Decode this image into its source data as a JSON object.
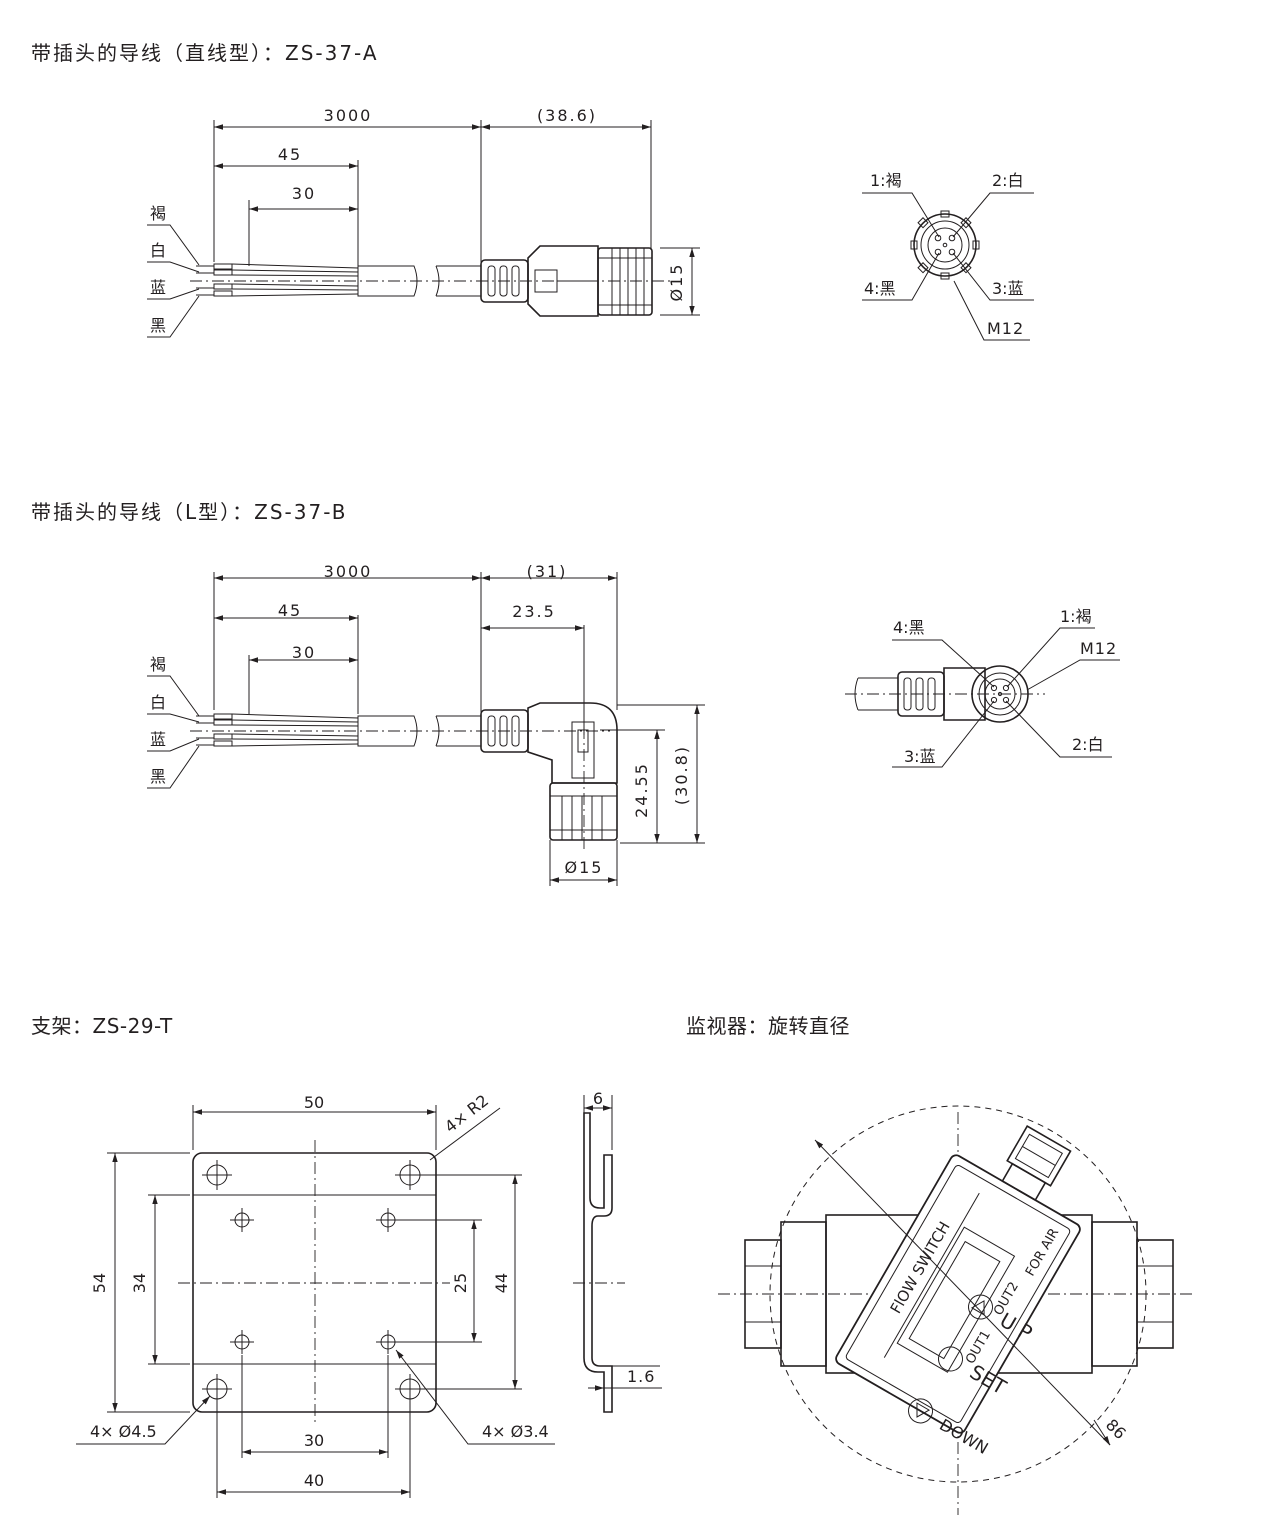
{
  "section_a": {
    "title": "带插头的导线（直线型）：ZS-37-A",
    "dims": {
      "cable_length": "3000",
      "plug_length": "(38.6)",
      "strip_outer": "45",
      "strip_inner": "30",
      "diameter": "Ø15"
    },
    "wires": [
      "褐",
      "白",
      "蓝",
      "黑"
    ],
    "pins": {
      "p1": "1:褐",
      "p2": "2:白",
      "p3": "3:蓝",
      "p4": "4:黑",
      "thread": "M12"
    }
  },
  "section_b": {
    "title": "带插头的导线（L型）：ZS-37-B",
    "dims": {
      "cable_length": "3000",
      "plug_length": "(31)",
      "strip_outer": "45",
      "strip_inner": "30",
      "to_center": "23.5",
      "height": "24.55",
      "height_total": "(30.8)",
      "diameter": "Ø15"
    },
    "wires": [
      "褐",
      "白",
      "蓝",
      "黑"
    ],
    "pins": {
      "p1": "1:褐",
      "p2": "2:白",
      "p3": "3:蓝",
      "p4": "4:黑",
      "thread": "M12"
    }
  },
  "section_c": {
    "title": "支架：ZS-29-T",
    "dims": {
      "width": "50",
      "height": "54",
      "inner_height": "34",
      "hole_span_v": "25",
      "outer_span_v": "44",
      "hole_span_30": "30",
      "hole_span_40": "40",
      "corner_radius": "4× R2",
      "thickness_top": "6",
      "thickness": "1.6",
      "holes_large": "4× Ø4.5",
      "holes_small": "4× Ø3.4"
    }
  },
  "section_d": {
    "title": "监视器：旋转直径",
    "panel": {
      "brand": "FlOW SWITCH",
      "up": "U P",
      "set": "SET",
      "down": "DOWN",
      "out1": "OUT1",
      "out2": "OUT2",
      "for_air": "FOR AIR"
    },
    "diameter": "86"
  }
}
